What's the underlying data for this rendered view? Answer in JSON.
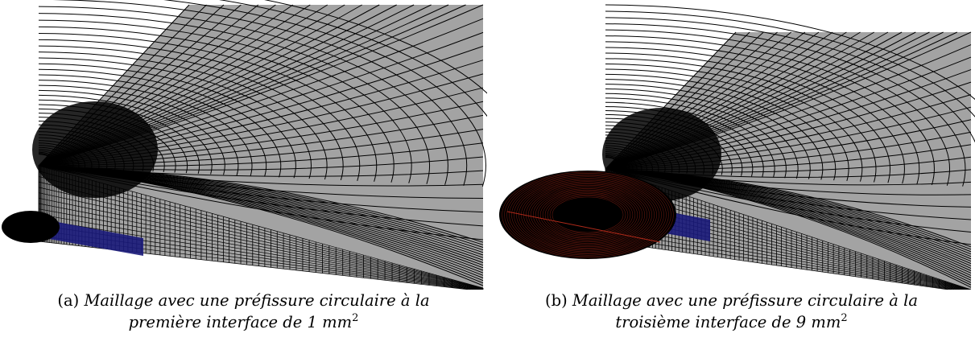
{
  "figures": [
    {
      "label": "(a)",
      "caption_line1": "Maillage avec une préfissure circulaire à la",
      "caption_line2": "première interface de 1",
      "unit": "mm",
      "exponent": "2"
    },
    {
      "label": "(b)",
      "caption_line1": "Maillage avec une préfissure circulaire à la",
      "caption_line2": "troisième interface de 9",
      "unit": "mm",
      "exponent": "2"
    }
  ],
  "colors": {
    "plate": "#a3a3a3",
    "mesh_line": "#000000",
    "crack": "#000000",
    "lower_interface": "#1a1a7a",
    "crack_front": "#b02a1a"
  }
}
